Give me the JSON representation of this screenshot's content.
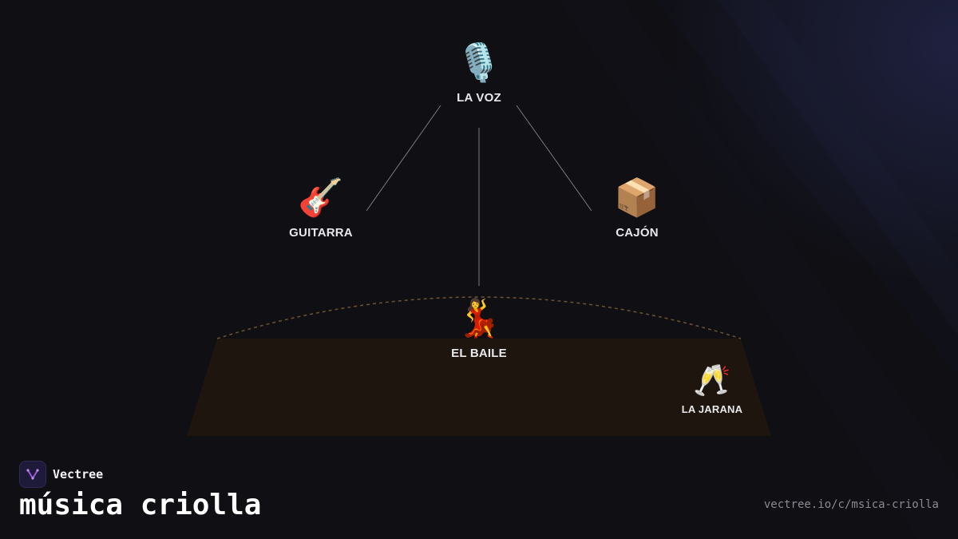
{
  "colors": {
    "background": "#0f0f14",
    "stage_floor": "#1e160e",
    "arc_dashes": "#6b5436",
    "connector": "#7a7a80",
    "label_text": "#e8e8ec",
    "logo_accent": "#9b59d6"
  },
  "nodes": {
    "voz": {
      "emoji": "🎙️",
      "label": "LA VOZ",
      "icon": "microphone-icon"
    },
    "guitarra": {
      "emoji": "🎸",
      "label": "GUITARRA",
      "icon": "guitar-icon"
    },
    "cajon": {
      "emoji": "📦",
      "label": "CAJÓN",
      "icon": "box-icon"
    },
    "baile": {
      "emoji": "💃",
      "label": "EL BAILE",
      "icon": "dancer-icon"
    },
    "jarana": {
      "emoji": "🥂",
      "label": "LA JARANA",
      "icon": "champagne-glasses-icon"
    }
  },
  "edges": [
    {
      "from": "LA VOZ",
      "to": "GUITARRA"
    },
    {
      "from": "LA VOZ",
      "to": "EL BAILE"
    },
    {
      "from": "LA VOZ",
      "to": "CAJÓN"
    }
  ],
  "brand": {
    "name": "Vectree",
    "logo_icon": "vectree-logo-icon"
  },
  "title": "música criolla",
  "url": "vectree.io/c/msica-criolla"
}
